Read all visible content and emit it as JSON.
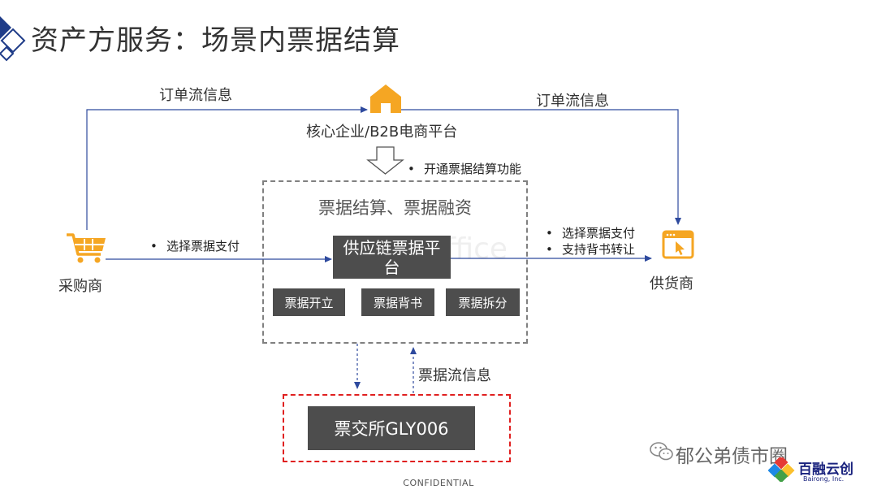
{
  "title": "资产方服务：场景内票据结算",
  "core": {
    "label": "核心企业/B2B电商平台",
    "bullet": "开通票据结算功能"
  },
  "order_flow_left": "订单流信息",
  "order_flow_right": "订单流信息",
  "platform": {
    "heading": "票据结算、票据融资",
    "center": "供应链票据平台",
    "functions": [
      "票据开立",
      "票据背书",
      "票据拆分"
    ]
  },
  "buyer": {
    "label": "采购商",
    "bullet": "选择票据支付"
  },
  "supplier": {
    "label": "供货商",
    "bullets": [
      "选择票据支付",
      "支持背书转让"
    ]
  },
  "exchange": {
    "label": "票交所GLY006",
    "flow_label": "票据流信息"
  },
  "footer": {
    "confidential": "CONFIDENTIAL",
    "watermark": "郁公弟债市圈",
    "brand": "百融云创",
    "brand_sub": "Bairong, Inc."
  },
  "colors": {
    "accent_orange": "#f5a623",
    "arrow_blue": "#2e4a9e",
    "dark_box": "#4d4d4d",
    "red_border": "#e02020"
  }
}
